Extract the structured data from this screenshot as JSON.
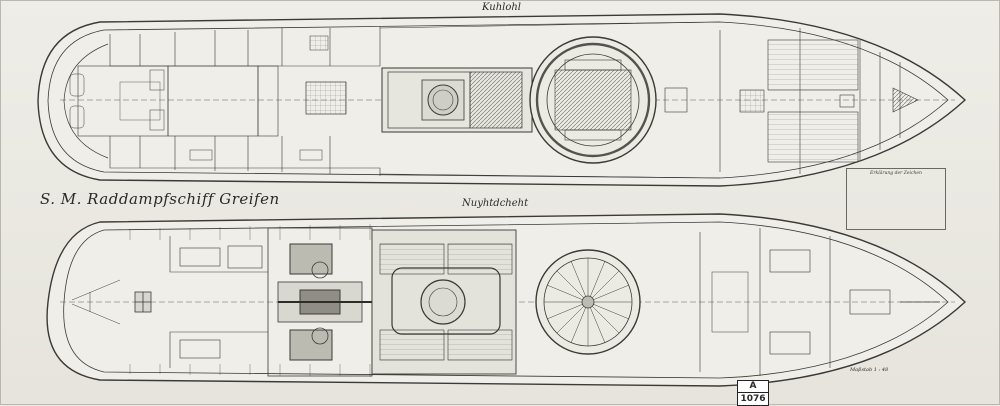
{
  "drawing": {
    "upper_deck_title": "Kuhlohl",
    "lower_deck_title": "Nuyhtdcheht",
    "ship_name": "S. M. Raddampfschiff Greifen",
    "legend_title": "Erklärung der Zeichen",
    "legend_items": [
      "",
      "",
      "",
      "",
      "",
      ""
    ],
    "scale_note": "Maßstab 1 : 48",
    "footnote": "",
    "stamp_letter": "A",
    "stamp_number": "1076"
  }
}
